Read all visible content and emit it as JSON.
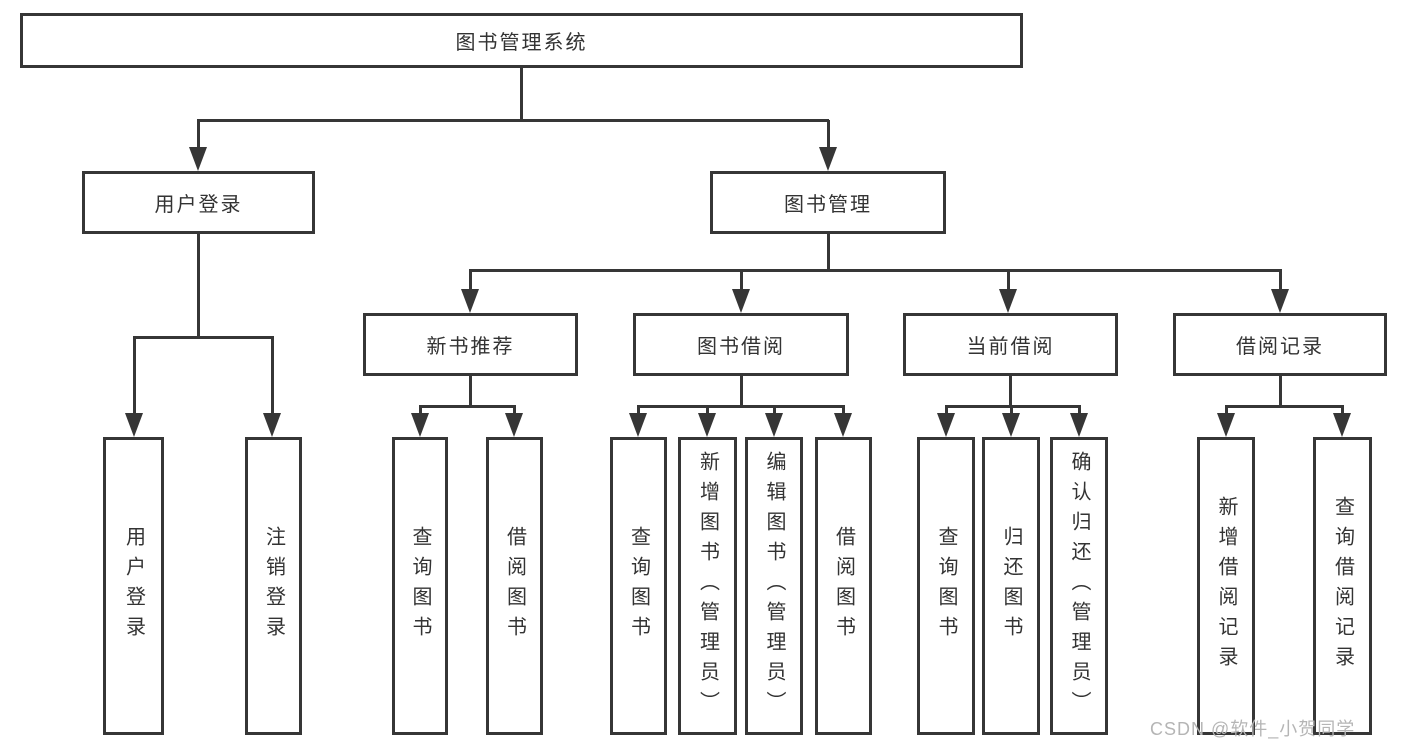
{
  "diagram": {
    "root": {
      "label": "图书管理系统"
    },
    "level2": [
      {
        "label": "用户登录",
        "children": [
          "用户登录",
          "注销登录"
        ]
      },
      {
        "label": "图书管理",
        "sections": [
          {
            "label": "新书推荐",
            "children": [
              "查询图书",
              "借阅图书"
            ]
          },
          {
            "label": "图书借阅",
            "children": [
              "查询图书",
              "新增图书（管理员）",
              "编辑图书（管理员）",
              "借阅图书"
            ]
          },
          {
            "label": "当前借阅",
            "children": [
              "查询图书",
              "归还图书",
              "确认归还（管理员）"
            ]
          },
          {
            "label": "借阅记录",
            "children": [
              "新增借阅记录",
              "查询借阅记录"
            ]
          }
        ]
      }
    ],
    "watermark": {
      "text": "CSDN @软件_小贺同学"
    },
    "colors": {
      "line": "#363636",
      "text": "#333333",
      "box_background": "#ffffff",
      "watermark": "#b5b5b5"
    }
  }
}
